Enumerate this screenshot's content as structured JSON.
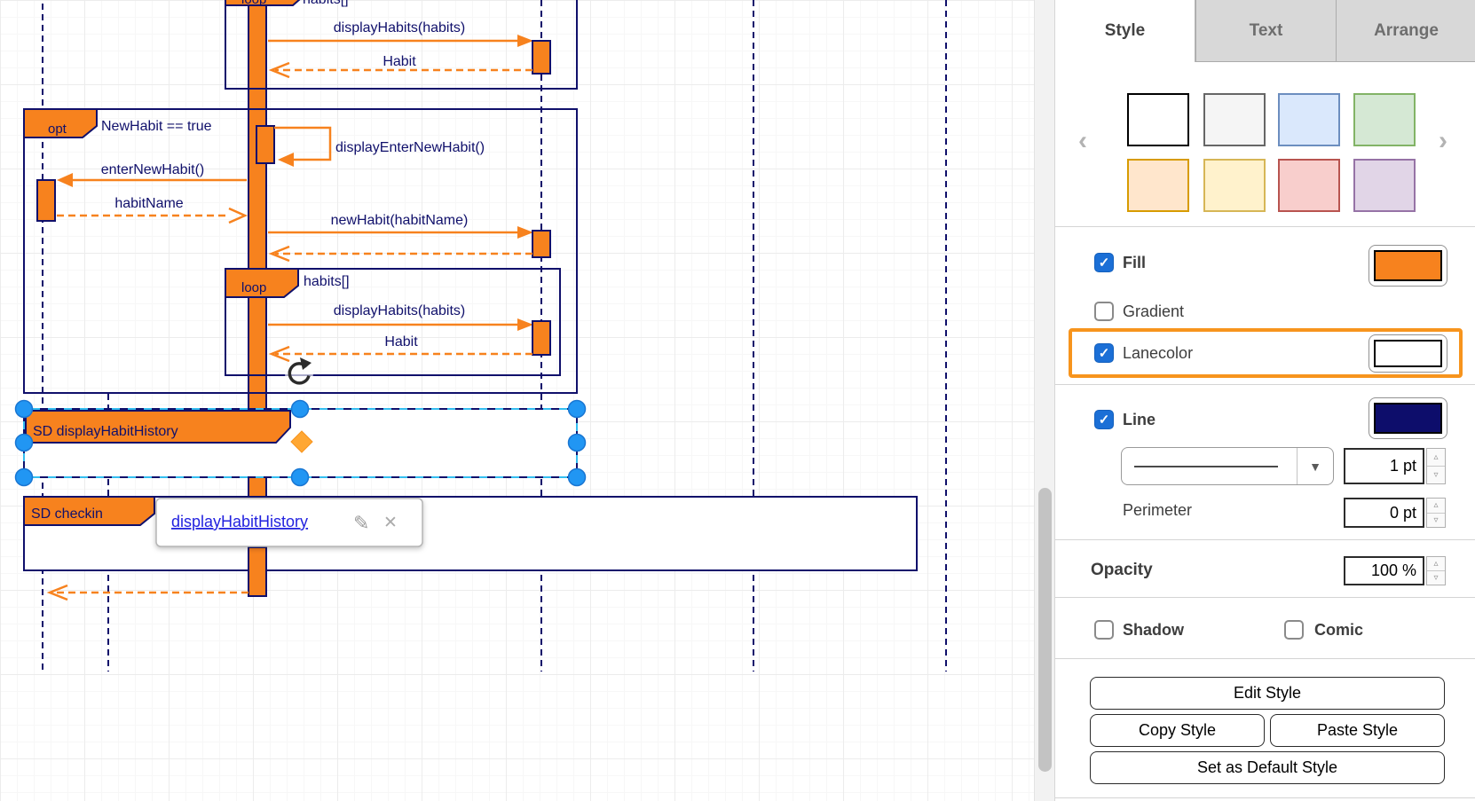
{
  "diagram": {
    "top_loop": {
      "label": "loop",
      "guard": "habits[]",
      "msg": "displayHabits(habits)",
      "ret": "Habit"
    },
    "opt": {
      "label": "opt",
      "guard": "NewHabit == true",
      "self_msg": "displayEnterNewHabit()",
      "enter_msg": "enterNewHabit()",
      "enter_ret": "habitName",
      "new_msg": "newHabit(habitName)"
    },
    "inner_loop": {
      "label": "loop",
      "guard": "habits[]",
      "msg": "displayHabits(habits)",
      "ret": "Habit"
    },
    "sd_history_label": "SD displayHabitHistory",
    "sd_checkin_label": "SD checkin",
    "popup_link": "displayHabitHistory",
    "colors": {
      "orange": "#F7821E",
      "navy": "#10106B",
      "handle_blue": "#2196F3",
      "diamond_orange": "#FFA733",
      "link_blue": "#2222DF"
    }
  },
  "panel": {
    "tabs": [
      "Style",
      "Text",
      "Arrange"
    ],
    "active_tab": "Style",
    "swatches": [
      {
        "fill": "#FFFFFF",
        "stroke": "#000000"
      },
      {
        "fill": "#F5F5F5",
        "stroke": "#666666"
      },
      {
        "fill": "#DAE8FC",
        "stroke": "#6C8EBF"
      },
      {
        "fill": "#D5E8D4",
        "stroke": "#82B366"
      },
      {
        "fill": "#FFE6CC",
        "stroke": "#D79B00"
      },
      {
        "fill": "#FFF2CC",
        "stroke": "#D6B656"
      },
      {
        "fill": "#F8CECC",
        "stroke": "#B85450"
      },
      {
        "fill": "#E1D5E7",
        "stroke": "#9673A6"
      }
    ],
    "fill_label": "Fill",
    "fill_checked": true,
    "fill_color": "#F7821E",
    "gradient_label": "Gradient",
    "gradient_checked": false,
    "lanecolor_label": "Lanecolor",
    "lanecolor_checked": true,
    "lanecolor_color": "#FFFFFF",
    "line_label": "Line",
    "line_checked": true,
    "line_color": "#0D0D6B",
    "line_width": "1 pt",
    "perimeter_label": "Perimeter",
    "perimeter_value": "0 pt",
    "opacity_label": "Opacity",
    "opacity_value": "100 %",
    "shadow_label": "Shadow",
    "shadow_checked": false,
    "comic_label": "Comic",
    "comic_checked": false,
    "buttons": {
      "edit": "Edit Style",
      "copy": "Copy Style",
      "paste": "Paste Style",
      "set_default": "Set as Default Style"
    }
  }
}
